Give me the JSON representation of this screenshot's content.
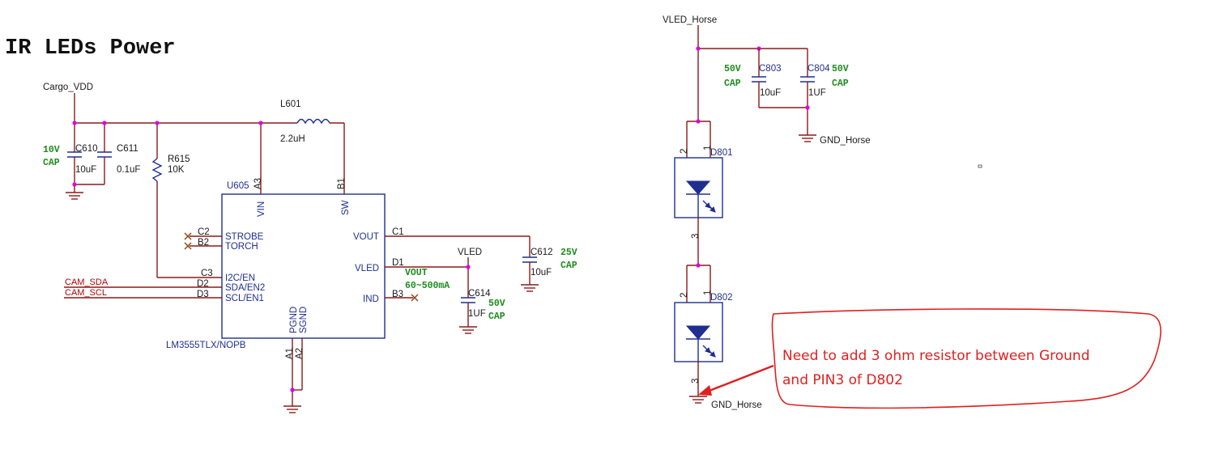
{
  "title": "IR LEDs Power",
  "left": {
    "supply": "Cargo_VDD",
    "ic": {
      "ref": "U605",
      "part": "LM3555TLX/NOPB",
      "pins_left": [
        "STROBE",
        "TORCH",
        "I2C/EN",
        "SDA/EN2",
        "SCL/EN1"
      ],
      "pins_right": [
        "VOUT",
        "VLED",
        "IND"
      ],
      "pins_top": [
        "VIN",
        "SW"
      ],
      "pins_bottom": [
        "PGND",
        "SGND"
      ],
      "pin_numbers": {
        "c2": "C2",
        "b2": "B2",
        "c3": "C3",
        "d2": "D2",
        "d3": "D3",
        "a3": "A3",
        "b1": "B1",
        "c1": "C1",
        "d1": "D1",
        "b3": "B3",
        "a1": "A1",
        "a2": "A2"
      }
    },
    "inductor": {
      "ref": "L601",
      "value": "2.2uH"
    },
    "resistor": {
      "ref": "R615",
      "value": "10K"
    },
    "c610": {
      "ref": "C610",
      "value": "10uF"
    },
    "c611": {
      "ref": "C611",
      "value": "0.1uF"
    },
    "c612": {
      "ref": "C612",
      "value": "10uF",
      "rating": "25V",
      "type": "CAP"
    },
    "c614": {
      "ref": "C614",
      "value": "1UF",
      "rating": "50V",
      "type": "CAP"
    },
    "c610_rating": "10V",
    "c610_type": "CAP",
    "vled_net": "VLED",
    "vout_note": "VOUT",
    "vout_range": "60~500mA",
    "nets": [
      "CAM_SDA",
      "CAM_SCL"
    ]
  },
  "right": {
    "supply": "VLED_Horse",
    "c803": {
      "ref": "C803",
      "value": "10uF",
      "rating": "50V",
      "type": "CAP"
    },
    "c804": {
      "ref": "C804",
      "value": "1UF",
      "rating": "50V",
      "type": "CAP"
    },
    "gnd1": "GND_Horse",
    "gnd2": "GND_Horse",
    "d801": {
      "ref": "D801",
      "pins": [
        "2",
        "1",
        "3"
      ]
    },
    "d802": {
      "ref": "D802",
      "pins": [
        "2",
        "1",
        "3"
      ]
    }
  },
  "annotation": {
    "line1": "Need to add 3 ohm resistor between Ground",
    "line2": "and PIN3 of D802"
  },
  "colors": {
    "wire": "#8b1a1a",
    "component": "#1f2f8f",
    "junction": "#e000e0",
    "rating": "#1e8c1e",
    "annotation": "#e02020"
  }
}
